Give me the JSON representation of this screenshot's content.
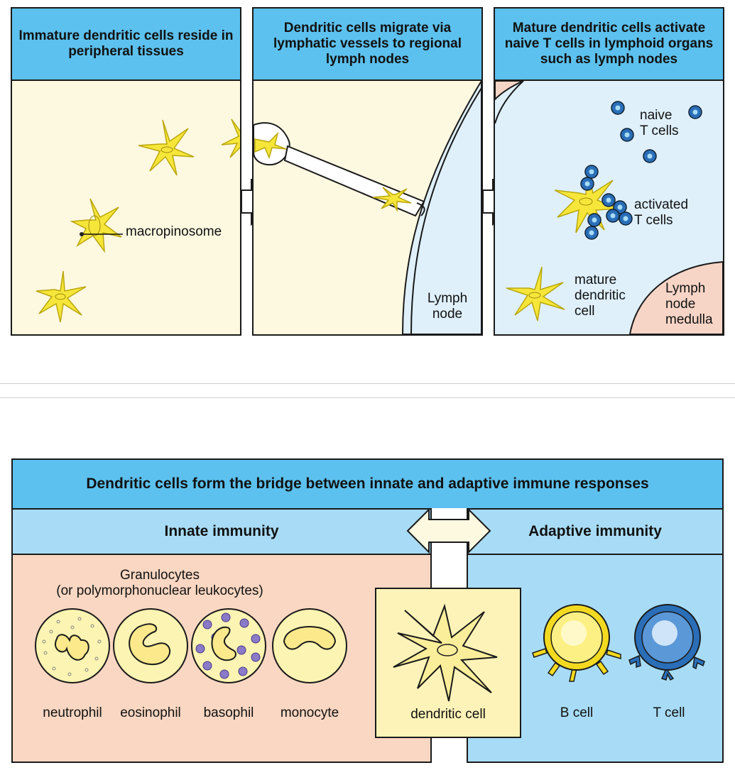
{
  "top": {
    "panel1": {
      "title": "Immature dendritic cells reside in peripheral tissues",
      "macropinosome": "macropinosome"
    },
    "panel2": {
      "title": "Dendritic cells migrate via lymphatic vessels to regional lymph nodes",
      "lymph_node": "Lymph node"
    },
    "panel3": {
      "title": "Mature dendritic cells activate naive T cells in lymphoid organs such as lymph nodes",
      "naive_t_cells": "naive\nT cells",
      "activated_t_cells": "activated\nT cells",
      "mature_dendritic_cell": "mature\ndendritic\ncell",
      "lymph_node_medulla": "Lymph\nnode\nmedulla"
    }
  },
  "bottom": {
    "title": "Dendritic cells form the bridge between innate and adaptive immune responses",
    "innate": {
      "heading": "Innate immunity",
      "granulocytes": "Granulocytes\n(or polymorphonuclear leukocytes)",
      "cells": [
        "neutrophil",
        "eosinophil",
        "basophil",
        "monocyte"
      ]
    },
    "bridge": {
      "cell": "dendritic cell"
    },
    "adaptive": {
      "heading": "Adaptive immunity",
      "cells": [
        "B cell",
        "T cell"
      ]
    }
  },
  "colors": {
    "header_blue": "#5cc1ee",
    "light_blue": "#a8dcf6",
    "tissue_cream": "#fdf8e0",
    "node_blue": "#dff0fb",
    "medulla_pink": "#f7d5c6",
    "innate_peach": "#f9d7c2",
    "dendritic_yellow": "#f7e63a",
    "t_cell_blue": "#2a6eb8"
  }
}
